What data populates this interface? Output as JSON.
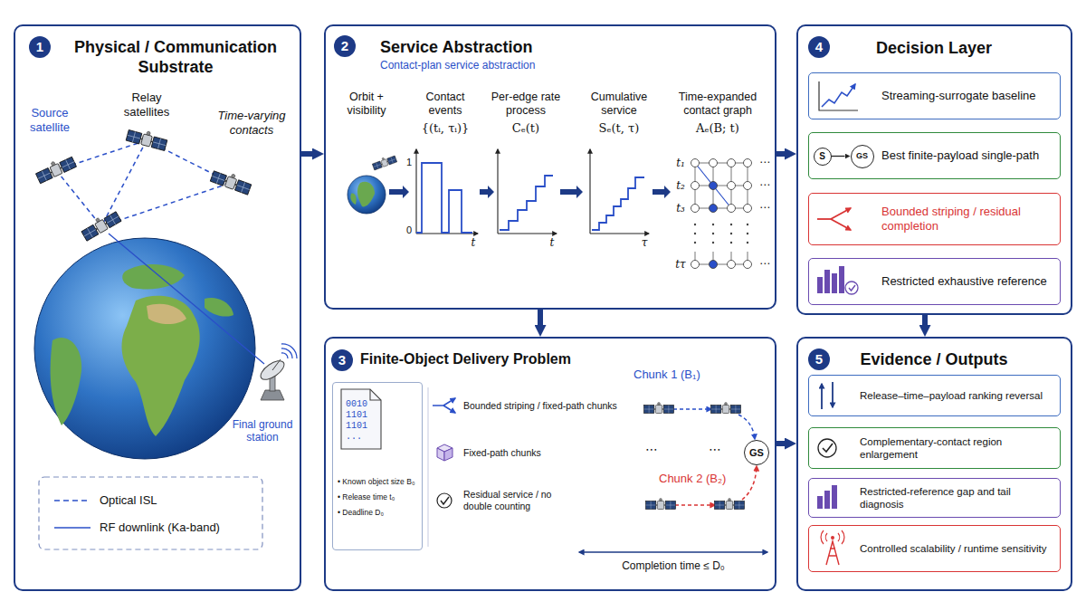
{
  "diagram": {
    "nodes": [
      {
        "text": [
          "Physical / Communication Substrate"
        ]
      },
      {
        "text": [
          "1"
        ],
        "in": 0
      },
      {
        "text": [
          "Service Abstraction",
          "Contact-plan service abstraction"
        ]
      },
      {
        "text": [
          "2"
        ],
        "in": 2
      },
      {
        "text": [
          "Decision Layer"
        ]
      },
      {
        "text": [
          "4"
        ],
        "in": 4
      },
      {
        "text": [
          "Streaming-surrogate baseline"
        ],
        "in": 4
      },
      {
        "text": [
          "Best finite-payload single-path"
        ],
        "in": 4
      },
      {
        "text": [
          "S"
        ],
        "in": 7
      },
      {
        "text": [
          "GS"
        ],
        "in": 7
      },
      {
        "text": [
          "Bounded striping / residual completion"
        ],
        "in": 4
      },
      {
        "text": [
          "Restricted exhaustive reference"
        ],
        "in": 4
      },
      {
        "text": [
          "Finite-Object Delivery Problem"
        ]
      },
      {
        "text": [
          "3"
        ],
        "in": 12
      },
      {
        "text": [
          "0010 1101 1101 ...",
          "• Known object size B₀",
          "• Release time t₀",
          "• Deadline D₀"
        ],
        "in": 12
      },
      {
        "text": [
          "GS"
        ],
        "in": 12
      },
      {
        "text": [
          "Evidence / Outputs"
        ]
      },
      {
        "text": [
          "5"
        ],
        "in": 16
      },
      {
        "text": [
          "Release–time–payload ranking reversal"
        ],
        "in": 16
      },
      {
        "text": [
          "Complementary-contact region enlargement"
        ],
        "in": 16
      },
      {
        "text": [
          "Restricted-reference gap and tail diagnosis"
        ],
        "in": 16
      },
      {
        "text": [
          "Controlled scalability / runtime sensitivity"
        ],
        "in": 16
      }
    ],
    "edges": [
      {
        "from": 0,
        "to": 2,
        "arrow": "to"
      },
      {
        "from": 2,
        "to": 4,
        "arrow": "to"
      },
      {
        "from": 2,
        "to": 12,
        "arrow": "to"
      },
      {
        "from": 4,
        "to": 16,
        "arrow": "to"
      },
      {
        "from": 12,
        "to": 16,
        "arrow": "to"
      },
      {
        "from": 8,
        "to": 9,
        "arrow": "to"
      }
    ],
    "labels": [
      "Source satellite",
      "Relay satellites",
      "Time-varying contacts",
      "Final ground station",
      "Orbit + visibility",
      "Contact events",
      "{(tᵢ, τᵢ)}",
      "Per-edge rate process",
      "Cₑ(t)",
      "Cumulative service",
      "Sₑ(t, τ)",
      "Time-expanded contact graph",
      "Aₑ(B; t)",
      "1",
      "0",
      "t",
      "t",
      "τ",
      "t₁",
      "t₂",
      "t₃",
      "tτ",
      "⋯",
      "⋯",
      "⋯",
      "⋯",
      "Bounded striping / fixed-path chunks",
      "Fixed-path chunks",
      "Residual service / no double counting",
      "Chunk 1 (B₁)",
      "Chunk 2 (B₂)",
      "⋯",
      "⋯",
      "Completion time ≤ D₀"
    ],
    "legend": [
      {
        "text": "Optical ISL"
      },
      {
        "text": "RF downlink (Ka-band)"
      }
    ]
  }
}
